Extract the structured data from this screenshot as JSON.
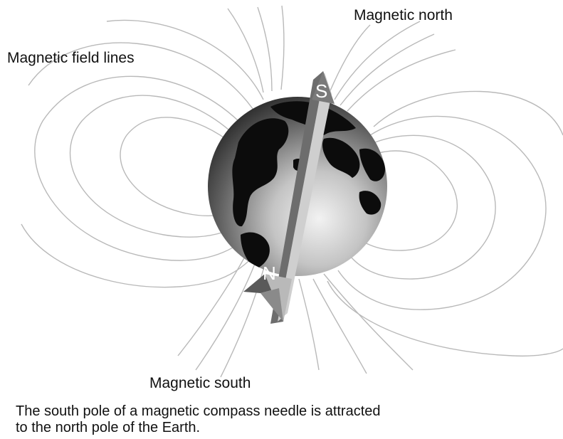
{
  "labels": {
    "field_lines": "Magnetic field lines",
    "north": "Magnetic north",
    "south": "Magnetic south"
  },
  "needle": {
    "south_letter": "S",
    "north_letter": "N"
  },
  "caption": {
    "line1": "The south pole of a magnetic compass needle is attracted",
    "line2": "to the north pole of the Earth."
  },
  "colors": {
    "field_line": "#b9b9b9",
    "earth_dark": "#2b2b2b",
    "earth_light": "#e8e8e8",
    "land": "#0c0c0c",
    "needle_dark": "#6d6d6d",
    "needle_light": "#cfcfcf",
    "text": "#111111"
  }
}
